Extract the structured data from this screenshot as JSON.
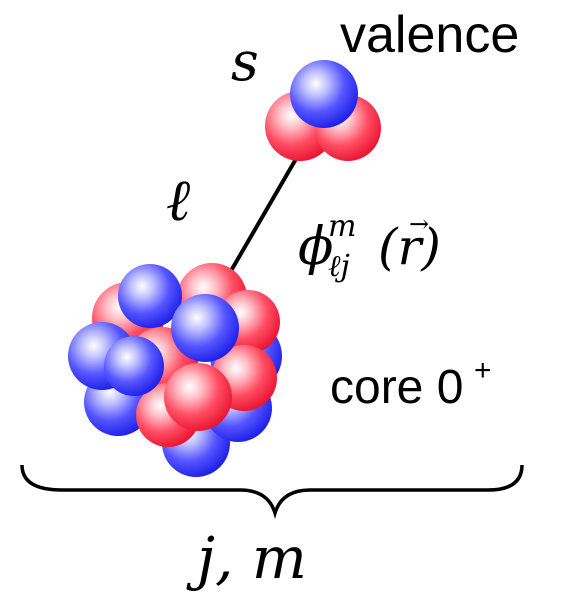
{
  "labels": {
    "valence": "valence",
    "spin": "s",
    "orbital": "ℓ",
    "core": "core 0",
    "core_superscript": "+",
    "jm": "j, m"
  },
  "wavefunction": {
    "symbol": "ϕ",
    "superscript": "m",
    "subscript": "ℓj",
    "argument": "(r)",
    "vector_arrow": "→"
  },
  "colors": {
    "proton": "#ff2040",
    "neutron": "#3030ff",
    "line": "#000000"
  }
}
